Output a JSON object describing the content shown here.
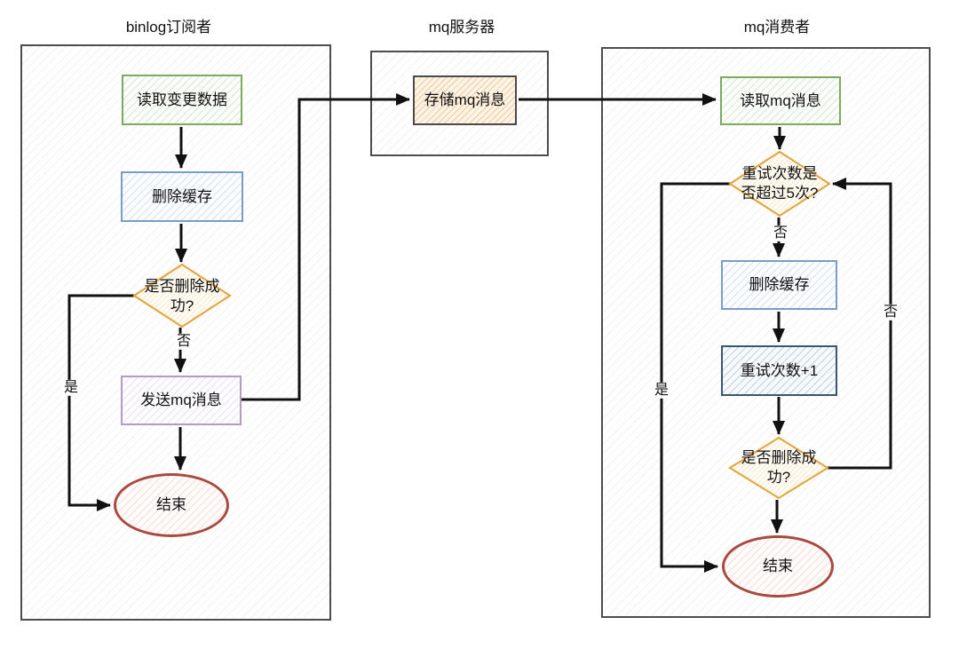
{
  "lanes": [
    {
      "title": "binlog订阅者"
    },
    {
      "title": "mq服务器"
    },
    {
      "title": "mq消费者"
    }
  ],
  "nodes": {
    "read_change_data": "读取变更数据",
    "delete_cache_left": "删除缓存",
    "is_delete_ok_left": "是否删除成功?",
    "send_mq": "发送mq消息",
    "end_left": "结束",
    "store_mq": "存储mq消息",
    "read_mq": "读取mq消息",
    "retry_over_5": "重试次数是否超过5次?",
    "delete_cache_right": "删除缓存",
    "retry_plus_1": "重试次数+1",
    "is_delete_ok_right": "是否删除成功?",
    "end_right": "结束"
  },
  "edge_labels": {
    "no_after_delete_left": "否",
    "yes_to_end_left": "是",
    "no_retry_under_5": "否",
    "no_loop_back": "否",
    "yes_to_end_right": "是"
  },
  "colors": {
    "lane_border": "#4d4d4d",
    "green_border": "#7cab5e",
    "blue_border": "#7a9cc9",
    "steel_border": "#3d566e",
    "purple_border": "#b49bc8",
    "orange_diamond_border": "#e2a43c",
    "red_ellipse_border": "#a84a3f",
    "mq_box_border": "#4a4a4a",
    "arrow": "#111111"
  }
}
